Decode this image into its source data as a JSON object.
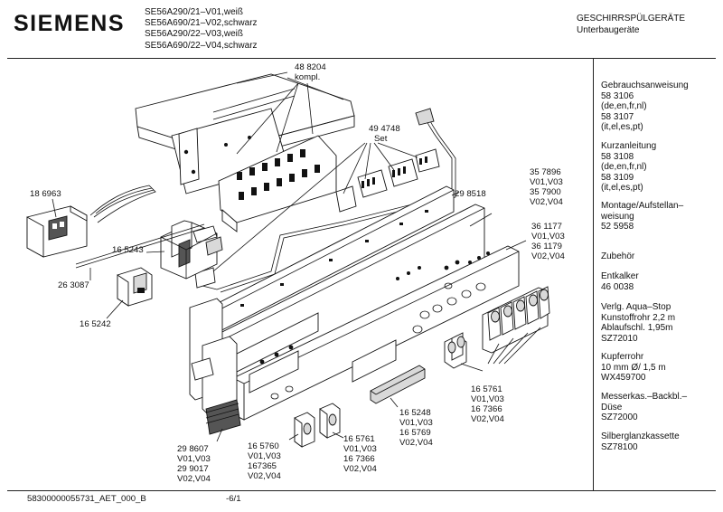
{
  "header": {
    "brand": "SIEMENS",
    "models": [
      "SE56A290/21–V01,weiß",
      "SE56A690/21–V02,schwarz",
      "SE56A290/22–V03,weiß",
      "SE56A690/22–V04,schwarz"
    ],
    "category": "GESCHIRRSPÜLGERÄTE",
    "subcategory": "Unterbaugeräte"
  },
  "sidebar": [
    {
      "title": "Gebrauchsanweisung",
      "lines": [
        "58 3106",
        "(de,en,fr,nl)",
        "58 3107",
        "(it,el,es,pt)"
      ]
    },
    {
      "title": "Kurzanleitung",
      "lines": [
        "58 3108",
        "(de,en,fr,nl)",
        "58 3109",
        "(it,el,es,pt)"
      ]
    },
    {
      "title": "Montage/Aufstellan–",
      "lines": [
        "weisung",
        "52 5958"
      ]
    },
    {
      "title": "Zubehör",
      "lines": []
    },
    {
      "title": "Entkalker",
      "lines": [
        "46 0038"
      ]
    },
    {
      "title": "Verlg. Aqua–Stop",
      "lines": [
        "Kunstoffrohr 2,2 m",
        "Ablaufschl. 1,95m",
        "SZ72010"
      ]
    },
    {
      "title": "Kupferrohr",
      "lines": [
        "10 mm Ø/ 1,5 m",
        "WX459700"
      ]
    },
    {
      "title": "Messerkas.–Backbl.–",
      "lines": [
        "Düse",
        "SZ72000"
      ]
    },
    {
      "title": "Silberglanzkassette",
      "lines": [
        "SZ78100"
      ]
    }
  ],
  "labels": {
    "p488204": [
      "48 8204",
      "kompl."
    ],
    "p494748": [
      "49 4748",
      "Set"
    ],
    "p186963": [
      "18 6963"
    ],
    "p165243": [
      "16 5243"
    ],
    "p263087": [
      "26 3087"
    ],
    "p165242": [
      "16 5242"
    ],
    "p298518": [
      "29 8518"
    ],
    "p357896": [
      "35 7896",
      "V01,V03",
      "35 7900",
      "V02,V04"
    ],
    "p361177": [
      "36 1177",
      "V01,V03",
      "36 1179",
      "V02,V04"
    ],
    "p165761a": [
      "16 5761",
      "V01,V03",
      "16 7366",
      "V02,V04"
    ],
    "p165248": [
      "16 5248",
      "V01,V03",
      "16 5769",
      "V02,V04"
    ],
    "p298607": [
      "29 8607",
      "V01,V03",
      "29 9017",
      "V02,V04"
    ],
    "p165760": [
      "16 5760",
      "V01,V03",
      "167365",
      "V02,V04"
    ],
    "p165761b": [
      "16 5761",
      "V01,V03",
      "16 7366",
      "V02,V04"
    ]
  },
  "footer": {
    "doc_id": "58300000055731_AET_000_B",
    "page": "-6/1"
  }
}
